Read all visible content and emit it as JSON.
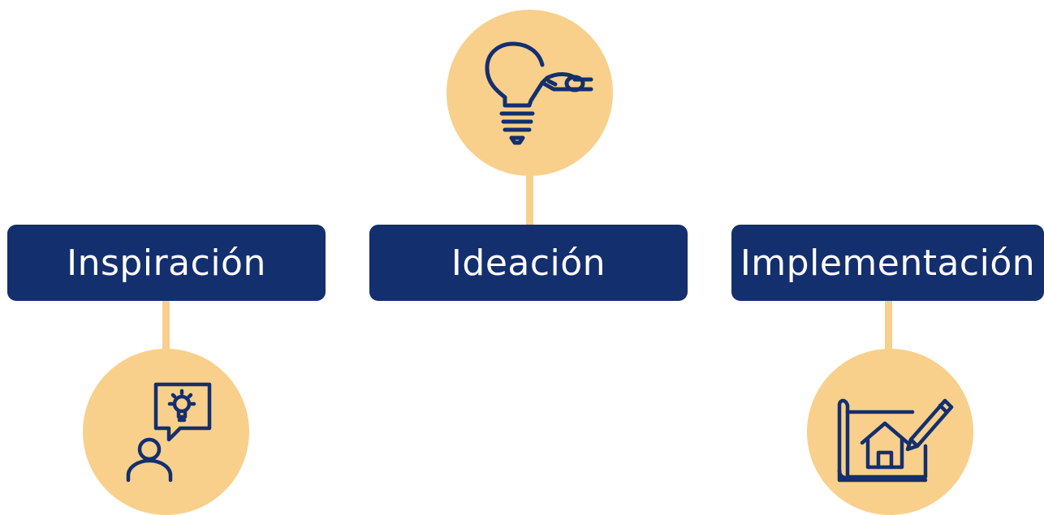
{
  "colors": {
    "accent": "#f8d08c",
    "brand": "#142f6e",
    "label_text": "#ffffff"
  },
  "stages": [
    {
      "label": "Inspiración",
      "icon": "person-with-idea-speech-bubble-icon",
      "icon_position": "below"
    },
    {
      "label": "Ideación",
      "icon": "lightbulb-with-pencil-icon",
      "icon_position": "above"
    },
    {
      "label": "Implementación",
      "icon": "house-blueprint-with-pencil-icon",
      "icon_position": "below"
    }
  ]
}
